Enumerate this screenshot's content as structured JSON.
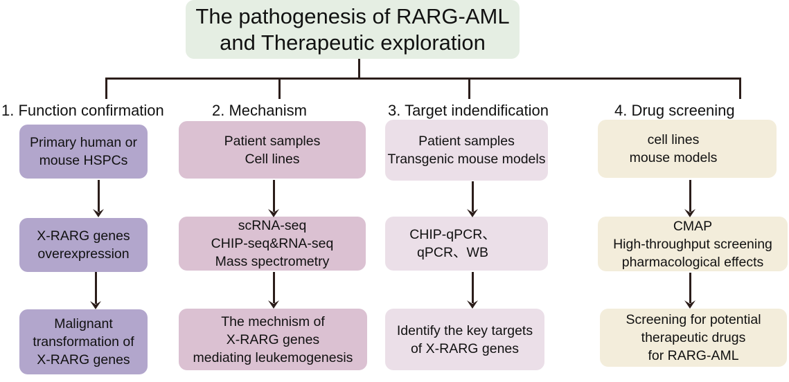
{
  "title": {
    "line1": "The pathogenesis of RARG-AML",
    "line2": "and Therapeutic exploration"
  },
  "colors": {
    "title_bg": "#e5eee3",
    "col1": "#b2a6cc",
    "col2": "#dbc1d2",
    "col3": "#ebdfe8",
    "col4": "#f3eddb",
    "connector": "#2b1d1a"
  },
  "columns": [
    {
      "header": "1. Function confirmation",
      "steps": [
        {
          "lines": [
            "Primary human or",
            "mouse HSPCs"
          ]
        },
        {
          "lines": [
            "X-RARG genes",
            "overexpression"
          ]
        },
        {
          "lines": [
            "Malignant",
            "transformation of",
            "X-RARG genes"
          ]
        }
      ]
    },
    {
      "header": "2. Mechanism",
      "steps": [
        {
          "lines": [
            "Patient samples",
            "Cell lines"
          ]
        },
        {
          "lines": [
            "scRNA-seq",
            "CHIP-seq&RNA-seq",
            "Mass spectrometry"
          ]
        },
        {
          "lines": [
            "The mechnism of",
            "X-RARG genes",
            "mediating leukemogenesis"
          ]
        }
      ]
    },
    {
      "header": "3. Target indendification",
      "steps": [
        {
          "lines": [
            "Patient samples",
            "Transgenic mouse models"
          ]
        },
        {
          "lines": [
            "CHIP-qPCR、",
            "qPCR、WB"
          ]
        },
        {
          "lines": [
            "Identify the key targets",
            "of X-RARG genes"
          ]
        }
      ]
    },
    {
      "header": "4. Drug screening",
      "steps": [
        {
          "lines": [
            "cell lines",
            "mouse models"
          ]
        },
        {
          "lines": [
            "CMAP",
            "High-throughput screening",
            "pharmacological effects"
          ]
        },
        {
          "lines": [
            "Screening for potential",
            "therapeutic drugs",
            "for RARG-AML"
          ]
        }
      ]
    }
  ]
}
